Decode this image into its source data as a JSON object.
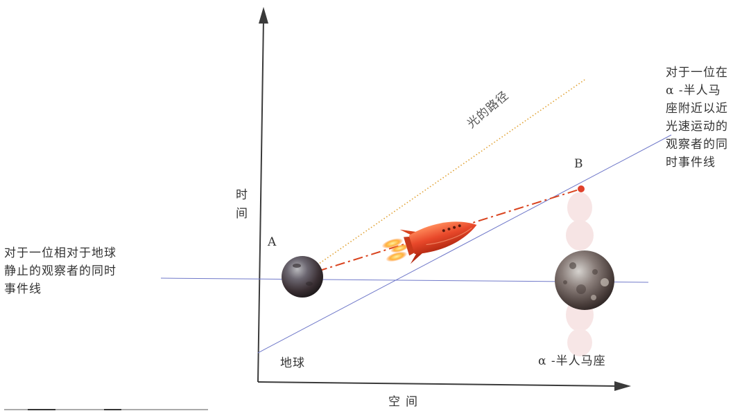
{
  "axes": {
    "time_label": "时间",
    "space_label": "空间"
  },
  "points": {
    "a": "A",
    "b": "B"
  },
  "bodies": {
    "earth": "地球",
    "alpha_centauri": "α -半人马座"
  },
  "light_path": "光的路径",
  "earth_simultaneity": {
    "lines": [
      "对于一位相对于地球",
      "静止的观察者的同时",
      "事件线"
    ]
  },
  "moving_simultaneity": {
    "lines": [
      "对于一位在",
      "α -半人马",
      "座附近以近",
      "光速运动的",
      "观察者的同",
      "时事件线"
    ]
  },
  "colors": {
    "axis": "#3a3a3a",
    "simultaneity_line": "#6f78c9",
    "light_path": "#e0a030",
    "rocket_path": "#d9431e",
    "rocket": "#e8482a"
  }
}
